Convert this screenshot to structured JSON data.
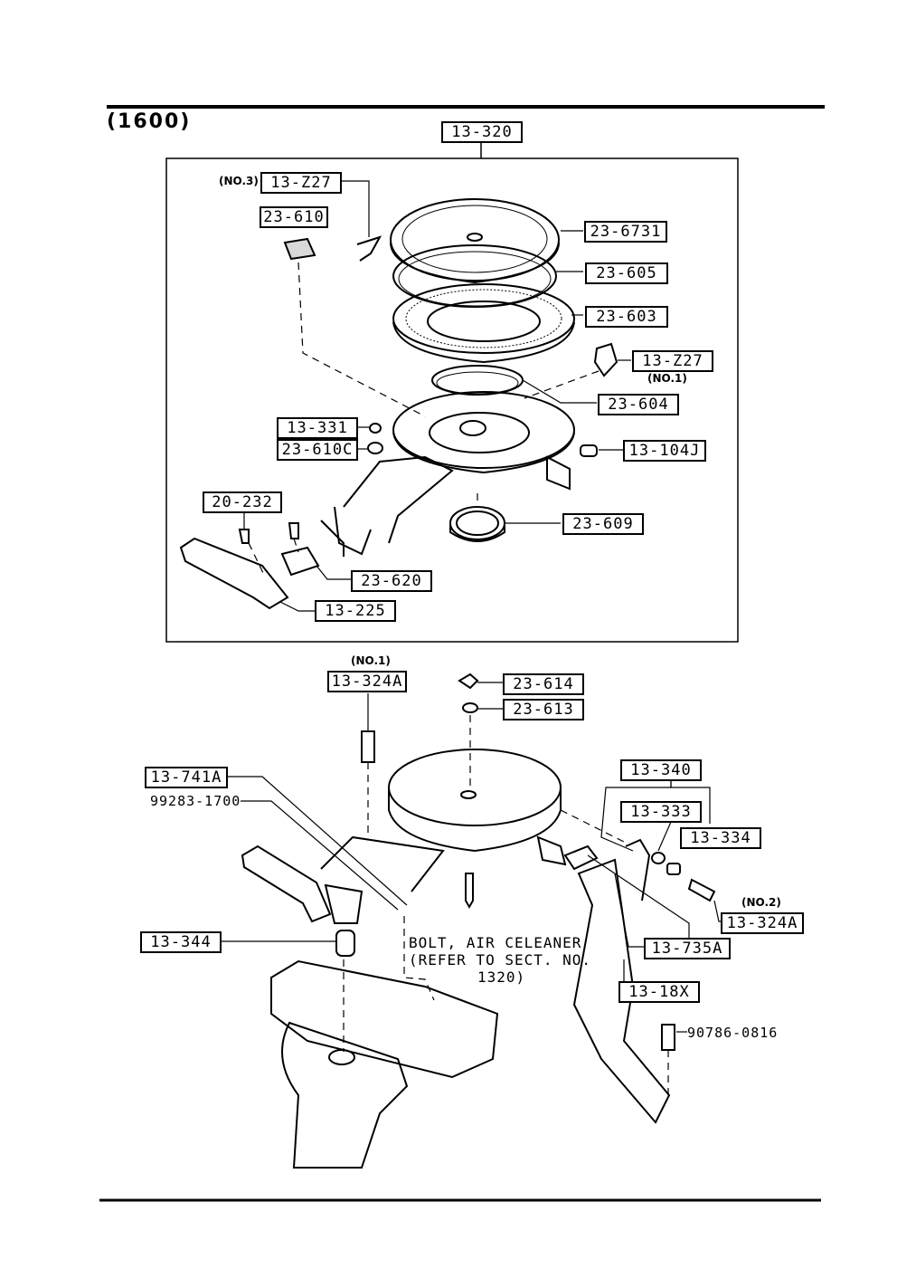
{
  "header": {
    "title": "(1600)"
  },
  "labels": {
    "p13_320": "13-320",
    "p13_z27_no3": "13-Z27",
    "p23_610": "23-610",
    "p23_6731": "23-6731",
    "p23_605": "23-605",
    "p23_603": "23-603",
    "p13_z27_no1": "13-Z27",
    "p23_604": "23-604",
    "p13_331": "13-331",
    "p23_610c": "23-610C",
    "p13_104j": "13-104J",
    "p20_232": "20-232",
    "p23_609": "23-609",
    "p23_620": "23-620",
    "p13_225": "13-225",
    "p13_324a_no1": "13-324A",
    "p23_614": "23-614",
    "p23_613": "23-613",
    "p13_741a": "13-741A",
    "p13_340": "13-340",
    "p13_333": "13-333",
    "p13_334": "13-334",
    "p13_324a_no2": "13-324A",
    "p13_344": "13-344",
    "p13_735a": "13-735A",
    "p13_18x": "13-18X"
  },
  "notes": {
    "no3": "(NO.3)",
    "no1_a": "(NO.1)",
    "no1_b": "(NO.1)",
    "no2": "(NO.2)",
    "part_99283": "99283-1700",
    "part_90786": "90786-0816",
    "bolt_line1": "BOLT, AIR CELEANER",
    "bolt_line2": "(REFER TO SECT. NO.",
    "bolt_line3": "1320)"
  }
}
